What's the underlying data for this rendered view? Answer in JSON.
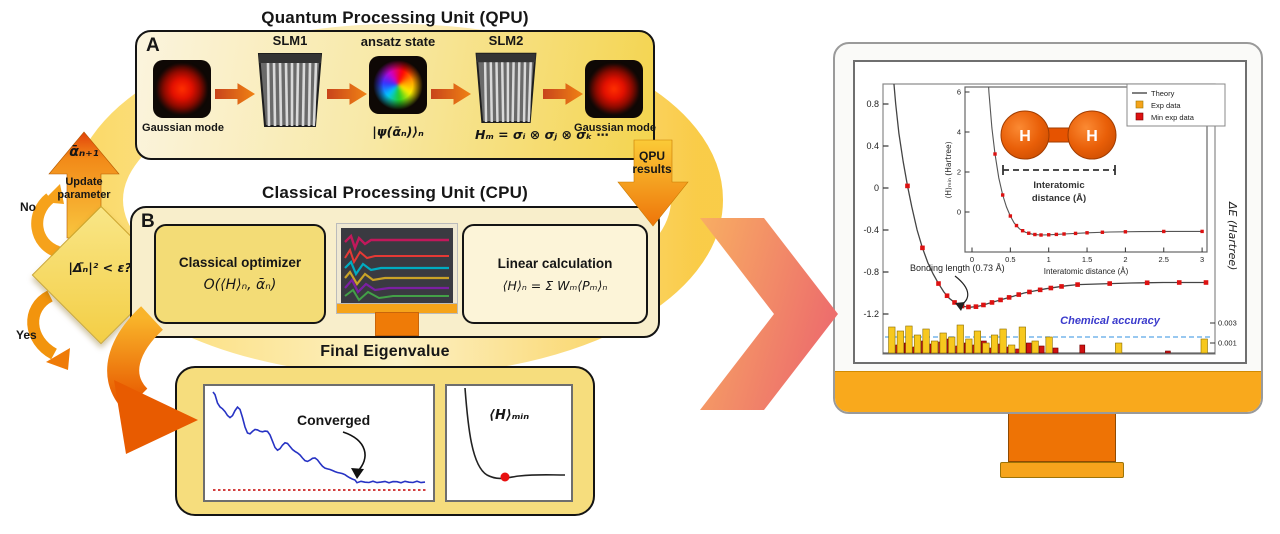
{
  "qpu": {
    "title": "Quantum Processing Unit (QPU)",
    "panel_label": "A",
    "input_label": "Gaussian mode",
    "slm1": "SLM1",
    "ansatz_label": "ansatz state",
    "state_formula": "|ψ(ᾱₙ)⟩ₙ",
    "hamiltonian_formula": "Hₘ = σᵢ ⊗ σⱼ ⊗ σₖ ⋯",
    "slm2": "SLM2",
    "output_label": "Gaussian mode"
  },
  "cpu": {
    "title": "Classical Processing Unit (CPU)",
    "panel_label": "B",
    "optimizer_title": "Classical optimizer",
    "optimizer_formula": "O(⟨H⟩ₙ, ᾱₙ)",
    "linear_title": "Linear calculation",
    "linear_formula": "⟨H⟩ₙ = Σ Wₘ⟨Pₘ⟩ₙ"
  },
  "loop": {
    "qpu_results": "QPU results",
    "update_symbol": "ᾱₙ₊₁",
    "update_label": "Update parameter",
    "decision": "|Δ̄ₙ|² < ε?",
    "no": "No",
    "yes": "Yes"
  },
  "final": {
    "title": "Final Eigenvalue",
    "converged": "Converged",
    "hmin": "⟨H⟩ₘᵢₙ"
  },
  "colors": {
    "accent_orange": "#EE7305",
    "accent_yellow": "#F6C81E",
    "chem_accuracy_blue": "#3A3ACC",
    "marker_red": "#DD1111"
  },
  "chart_data": {
    "type": "line",
    "main": {
      "x": [
        0.07,
        0.1,
        0.13,
        0.17,
        0.21,
        0.25,
        0.3,
        0.35,
        0.4,
        0.45,
        0.5,
        0.55,
        0.6,
        0.65,
        0.7,
        0.75,
        0.8,
        0.85,
        0.9,
        0.95,
        1.0,
        1.1,
        1.2,
        1.3,
        1.4,
        1.5,
        1.6,
        1.7,
        1.8,
        1.95,
        2.1,
        2.3,
        2.6,
        2.8,
        3.0
      ],
      "theory": [
        1.15,
        0.8,
        0.52,
        0.25,
        0.02,
        -0.18,
        -0.4,
        -0.57,
        -0.71,
        -0.82,
        -0.91,
        -0.99,
        -1.05,
        -1.09,
        -1.12,
        -1.13,
        -1.135,
        -1.13,
        -1.12,
        -1.105,
        -1.09,
        -1.06,
        -1.03,
        -1.0,
        -0.98,
        -0.96,
        -0.945,
        -0.93,
        -0.92,
        -0.915,
        -0.91,
        -0.905,
        -0.9,
        -0.9,
        -0.9
      ],
      "markers_x": [
        0.21,
        0.35,
        0.5,
        0.58,
        0.65,
        0.72,
        0.78,
        0.85,
        0.92,
        1.0,
        1.08,
        1.16,
        1.25,
        1.35,
        1.45,
        1.55,
        1.65,
        1.8,
        2.1,
        2.45,
        2.75,
        3.0
      ],
      "yticks_left": [
        0.8,
        0.4,
        0,
        -0.4,
        -0.8,
        -1.2
      ],
      "yticks_right": [
        0.003,
        0.001
      ],
      "ylabel_right": "ΔE (Hartree)",
      "annotation": "Bonding length (0.73 Å)",
      "chemical_accuracy_label": "Chemical accuracy",
      "chemical_accuracy_value": 0.0016,
      "error_bars": {
        "x": [
          0.08,
          0.16,
          0.24,
          0.32,
          0.4,
          0.48,
          0.56,
          0.64,
          0.72,
          0.8,
          0.88,
          0.96,
          1.04,
          1.12,
          1.2,
          1.3,
          1.42,
          1.55,
          1.8,
          2.2,
          2.6,
          3.0
        ],
        "yellow": [
          0.0026,
          0.0022,
          0.0027,
          0.0018,
          0.0024,
          0.0012,
          0.002,
          0.0016,
          0.0028,
          0.0014,
          0.0022,
          0.001,
          0.0018,
          0.0024,
          0.0008,
          0.0026,
          0.0012,
          0.0016,
          0,
          0.001,
          0,
          0.0014
        ],
        "red": [
          0.0008,
          0.001,
          0.0006,
          0.0012,
          0.0009,
          0.0011,
          0.0014,
          0.0007,
          0.001,
          0.0008,
          0.0012,
          0.0005,
          0.0009,
          0.0006,
          0.0004,
          0.001,
          0.0007,
          0.0005,
          0.0008,
          0,
          0.0002,
          0
        ]
      }
    },
    "inset": {
      "x": [
        0.22,
        0.26,
        0.3,
        0.35,
        0.4,
        0.45,
        0.5,
        0.55,
        0.62,
        0.7,
        0.8,
        0.9,
        1.0,
        1.2,
        1.5,
        1.8,
        2.2,
        2.6,
        3.0
      ],
      "energy": [
        6.0,
        4.2,
        2.9,
        1.7,
        0.85,
        0.25,
        -0.2,
        -0.55,
        -0.85,
        -1.02,
        -1.12,
        -1.15,
        -1.14,
        -1.1,
        -1.04,
        -1.0,
        -0.98,
        -0.97,
        -0.97
      ],
      "markers_x": [
        0.3,
        0.4,
        0.5,
        0.58,
        0.66,
        0.74,
        0.82,
        0.9,
        1.0,
        1.1,
        1.2,
        1.35,
        1.5,
        1.7,
        2.0,
        2.5,
        3.0
      ],
      "xticks": [
        0,
        0.5,
        1,
        1.5,
        2,
        2.5,
        3
      ],
      "yticks": [
        6,
        4,
        2,
        0
      ],
      "xlabel": "Interatomic distance (Å)",
      "ylabel": "⟨H⟩ₘᵢₙ (Hartree)",
      "legend": [
        {
          "label": "Theory",
          "type": "line",
          "color": "#555555"
        },
        {
          "label": "Exp data",
          "type": "square",
          "color": "#F5A31A"
        },
        {
          "label": "Min exp data",
          "type": "square",
          "color": "#DD1111"
        }
      ],
      "molecule": {
        "atom_label": "H",
        "caption_line1": "Interatomic",
        "caption_line2": "distance (Å)"
      }
    }
  }
}
